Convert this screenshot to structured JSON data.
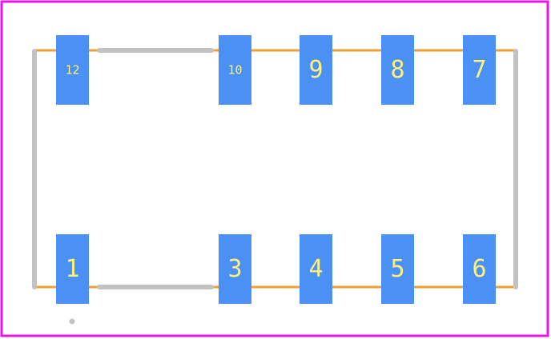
{
  "footprint": {
    "colors": {
      "background": "#ffffff",
      "courtyard": "#e815e8",
      "silkscreen": "#c2c2c2",
      "fabrication": "#f0a030",
      "pad": "#4a90f5",
      "pad_label": "#fff27a"
    },
    "pads": [
      {
        "id": "pad-12",
        "label": "12",
        "row": "top",
        "column": 1
      },
      {
        "id": "pad-10",
        "label": "10",
        "row": "top",
        "column": 2
      },
      {
        "id": "pad-9",
        "label": "9",
        "row": "top",
        "column": 3
      },
      {
        "id": "pad-8",
        "label": "8",
        "row": "top",
        "column": 4
      },
      {
        "id": "pad-7",
        "label": "7",
        "row": "top",
        "column": 5
      },
      {
        "id": "pad-1",
        "label": "1",
        "row": "bottom",
        "column": 1
      },
      {
        "id": "pad-3",
        "label": "3",
        "row": "bottom",
        "column": 2
      },
      {
        "id": "pad-4",
        "label": "4",
        "row": "bottom",
        "column": 3
      },
      {
        "id": "pad-5",
        "label": "5",
        "row": "bottom",
        "column": 4
      },
      {
        "id": "pad-6",
        "label": "6",
        "row": "bottom",
        "column": 5
      }
    ],
    "pin1_marker": true
  }
}
